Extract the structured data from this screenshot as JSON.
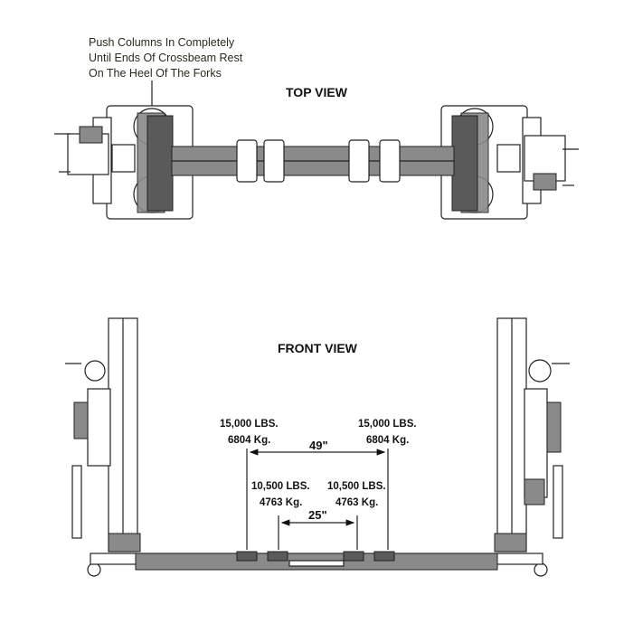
{
  "top_view": {
    "title": "TOP VIEW",
    "note_lines": [
      "Push Columns In Completely",
      "Until Ends Of Crossbeam Rest",
      "On The Heel Of The Forks"
    ]
  },
  "front_view": {
    "title": "FRONT VIEW",
    "outer_left": {
      "lbs": "15,000 LBS.",
      "kg": "6804 Kg."
    },
    "outer_right": {
      "lbs": "15,000 LBS.",
      "kg": "6804 Kg."
    },
    "outer_span": "49\"",
    "inner_left": {
      "lbs": "10,500 LBS.",
      "kg": "4763 Kg."
    },
    "inner_right": {
      "lbs": "10,500 LBS.",
      "kg": "4763 Kg."
    },
    "inner_span": "25\""
  }
}
